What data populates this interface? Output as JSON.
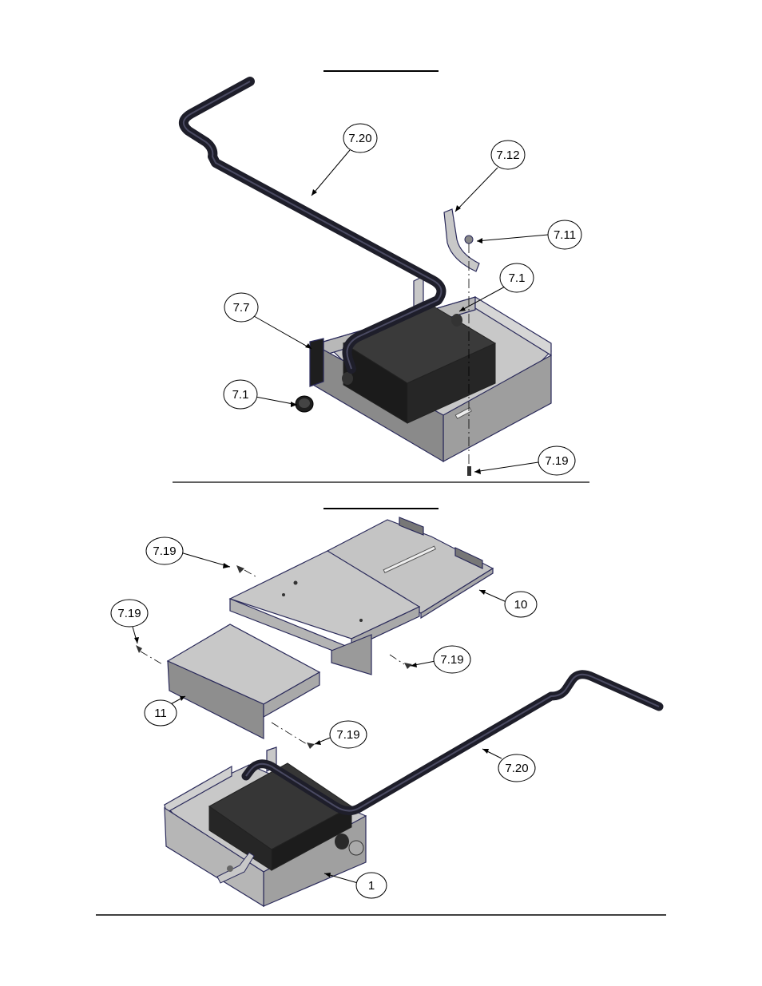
{
  "colors": {
    "metal_light": "#c8c8c8",
    "metal_mid": "#a9a9a9",
    "metal_dark": "#8a8a8a",
    "block": "#262626",
    "rod": "#1e1e2a",
    "edge": "#2a2a5a",
    "line": "#000000"
  },
  "top_view": {
    "callouts": [
      {
        "id": "c720",
        "label": "7.20"
      },
      {
        "id": "c712",
        "label": "7.12"
      },
      {
        "id": "c711",
        "label": "7.11"
      },
      {
        "id": "c71a",
        "label": "7.1"
      },
      {
        "id": "c77",
        "label": "7.7"
      },
      {
        "id": "c71b",
        "label": "7.1"
      },
      {
        "id": "c719",
        "label": "7.19"
      }
    ]
  },
  "bottom_view": {
    "callouts": [
      {
        "id": "d719a",
        "label": "7.19"
      },
      {
        "id": "d719b",
        "label": "7.19"
      },
      {
        "id": "d10",
        "label": "10"
      },
      {
        "id": "d719c",
        "label": "7.19"
      },
      {
        "id": "d11",
        "label": "11"
      },
      {
        "id": "d719d",
        "label": "7.19"
      },
      {
        "id": "d720",
        "label": "7.20"
      },
      {
        "id": "d1",
        "label": "1"
      }
    ]
  }
}
